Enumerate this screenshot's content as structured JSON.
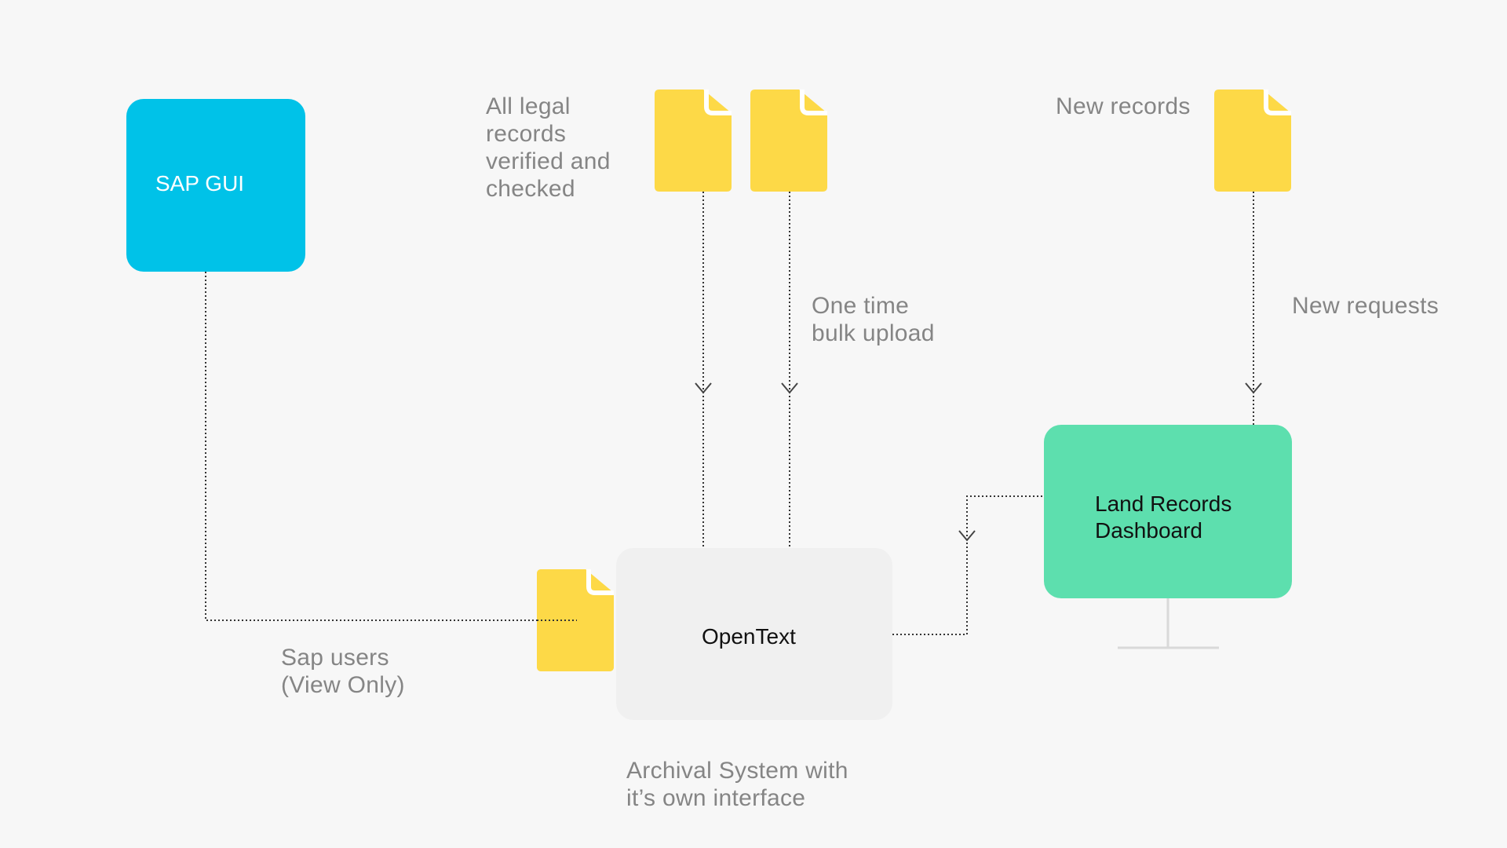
{
  "nodes": {
    "sap_gui": {
      "label": "SAP GUI",
      "color": "#00c2e8"
    },
    "opentext": {
      "label": "OpenText",
      "color": "#f0f0f0"
    },
    "land_records": {
      "label": "Land Records\nDashboard",
      "color": "#5ddfae"
    }
  },
  "annotations": {
    "legal_records": "All legal\nrecords\nverified and\nchecked",
    "bulk_upload": "One time\nbulk upload",
    "new_records": "New records",
    "new_requests": "New requests",
    "sap_users": "Sap users\n(View Only)",
    "archival_system": "Archival System with\nit’s own interface"
  },
  "icons": {
    "document": {
      "name": "document-icon",
      "color": "#fdd947"
    },
    "monitor_stand": {
      "name": "monitor-stand-icon",
      "color": "#d9d9d9"
    }
  },
  "edge_style": {
    "color": "#333333",
    "dash": "dotted"
  }
}
